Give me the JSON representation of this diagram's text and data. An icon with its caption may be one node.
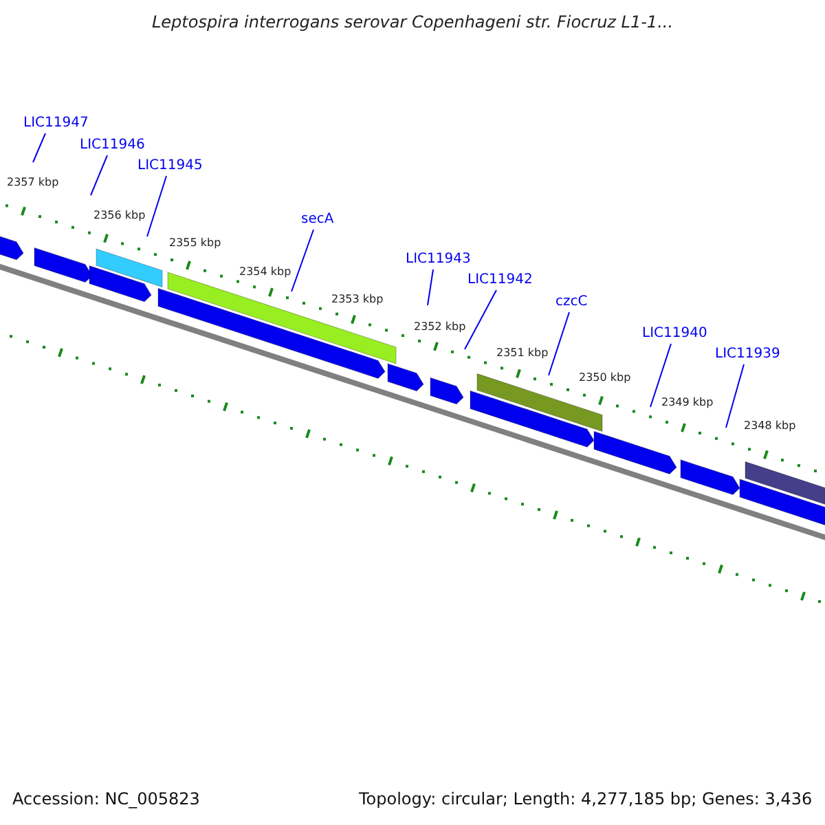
{
  "diagram": {
    "title": "Leptospira interrogans serovar Copenhageni str. Fiocruz L1-1...",
    "nodes": [
      {
        "text": [
          "LIC11947"
        ]
      },
      {
        "text": [
          "LIC11946"
        ]
      },
      {
        "text": [
          "LIC11945"
        ]
      },
      {
        "text": [
          "secA"
        ]
      },
      {
        "text": [
          "LIC11943"
        ]
      },
      {
        "text": [
          "LIC11942"
        ]
      },
      {
        "text": [
          "czcC"
        ]
      },
      {
        "text": [
          "LIC11940"
        ]
      },
      {
        "text": [
          "LIC11939"
        ]
      }
    ],
    "edges": [
      {
        "from": 0,
        "to": null,
        "arrow": "none"
      },
      {
        "from": 1,
        "to": null,
        "arrow": "none"
      },
      {
        "from": 2,
        "to": null,
        "arrow": "none"
      },
      {
        "from": 3,
        "to": null,
        "arrow": "none"
      },
      {
        "from": 4,
        "to": null,
        "arrow": "none"
      },
      {
        "from": 5,
        "to": null,
        "arrow": "none"
      },
      {
        "from": 6,
        "to": null,
        "arrow": "none"
      },
      {
        "from": 7,
        "to": null,
        "arrow": "none"
      },
      {
        "from": 8,
        "to": null,
        "arrow": "none"
      }
    ],
    "labels": [
      "2357 kbp",
      "2356 kbp",
      "2355 kbp",
      "2354 kbp",
      "2353 kbp",
      "2352 kbp",
      "2351 kbp",
      "2350 kbp",
      "2349 kbp",
      "2348 kbp",
      "Accession: NC_005823",
      "Topology: circular; Length: 4,277,185 bp; Genes: 3,436"
    ]
  }
}
